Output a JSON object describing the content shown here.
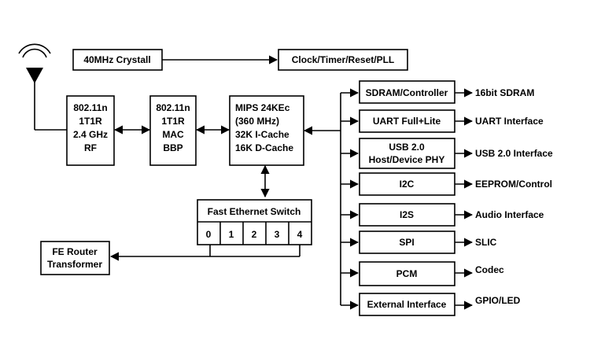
{
  "blocks": {
    "crystal": "40MHz Crystall",
    "clock": "Clock/Timer/Reset/PLL",
    "rf": [
      "802.11n",
      "1T1R",
      "2.4 GHz",
      "RF"
    ],
    "mac": [
      "802.11n",
      "1T1R",
      "MAC",
      "BBP"
    ],
    "cpu": [
      "MIPS 24KEc",
      "(360 MHz)",
      "32K I-Cache",
      "16K D-Cache"
    ],
    "switch_title": "Fast Ethernet Switch",
    "switch_ports": [
      "0",
      "1",
      "2",
      "3",
      "4"
    ],
    "fe_router": [
      "FE Router",
      "Transformer"
    ]
  },
  "peripherals": [
    {
      "block": [
        "SDRAM/Controller"
      ],
      "output": "16bit SDRAM"
    },
    {
      "block": [
        "UART Full+Lite"
      ],
      "output": "UART Interface"
    },
    {
      "block": [
        "USB 2.0",
        "Host/Device PHY"
      ],
      "output": "USB 2.0 Interface"
    },
    {
      "block": [
        "I2C"
      ],
      "output": "EEPROM/Control"
    },
    {
      "block": [
        "I2S"
      ],
      "output": "Audio Interface"
    },
    {
      "block": [
        "SPI"
      ],
      "output": "SLIC"
    },
    {
      "block": [
        "PCM"
      ],
      "output": "Codec"
    },
    {
      "block": [
        "External Interface"
      ],
      "output": "GPIO/LED"
    }
  ]
}
